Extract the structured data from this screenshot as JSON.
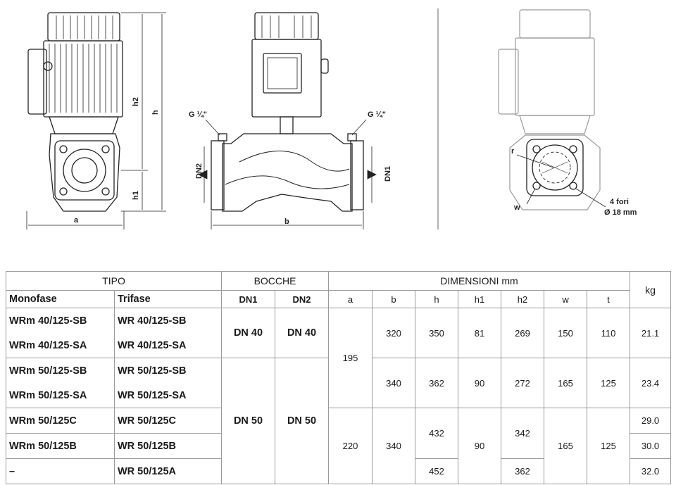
{
  "drawing_labels": {
    "a": "a",
    "b": "b",
    "h": "h",
    "h1": "h1",
    "h2": "h2",
    "dn1": "DN1",
    "dn2": "DN2",
    "g_left": "G ¼\"",
    "g_right": "G ¼\"",
    "r": "r",
    "w": "w",
    "fori": "4 fori",
    "diam": "Ø 18 mm"
  },
  "table": {
    "hdr_tipo": "TIPO",
    "hdr_bocche": "BOCCHE",
    "hdr_dimensioni": "DIMENSIONI mm",
    "hdr_kg": "kg",
    "hdr_monofase": "Monofase",
    "hdr_trifase": "Trifase",
    "hdr_dn1": "DN1",
    "hdr_dn2": "DN2",
    "col_a": "a",
    "col_b": "b",
    "col_h": "h",
    "col_h1": "h1",
    "col_h2": "h2",
    "col_w": "w",
    "col_t": "t",
    "rows": [
      {
        "mono": "WRm 40/125-SB",
        "tri": "WR 40/125-SB"
      },
      {
        "mono": "WRm 40/125-SA",
        "tri": "WR 40/125-SA"
      },
      {
        "mono": "WRm 50/125-SB",
        "tri": "WR 50/125-SB"
      },
      {
        "mono": "WRm 50/125-SA",
        "tri": "WR 50/125-SA"
      },
      {
        "mono": "WRm 50/125C",
        "tri": "WR 50/125C"
      },
      {
        "mono": "WRm 50/125B",
        "tri": "WR 50/125B"
      },
      {
        "mono": "–",
        "tri": "WR 50/125A"
      }
    ],
    "g1": {
      "dn1": "DN 40",
      "dn2": "DN 40",
      "b": "320",
      "h": "350",
      "h1": "81",
      "h2": "269",
      "w": "150",
      "t": "110",
      "kg": "21.1"
    },
    "g12_a": "195",
    "g2": {
      "dn1": "DN 50",
      "dn2": "DN 50",
      "b": "340",
      "h": "362",
      "h1": "90",
      "h2": "272",
      "w": "165",
      "t": "125",
      "kg": "23.4"
    },
    "g3": {
      "a": "220",
      "b": "340",
      "h_a": "432",
      "h_b": "452",
      "h1": "90",
      "h2_a": "342",
      "h2_b": "362",
      "w": "165",
      "t": "125",
      "kg_c": "29.0",
      "kg_b": "30.0",
      "kg_a": "32.0"
    }
  }
}
